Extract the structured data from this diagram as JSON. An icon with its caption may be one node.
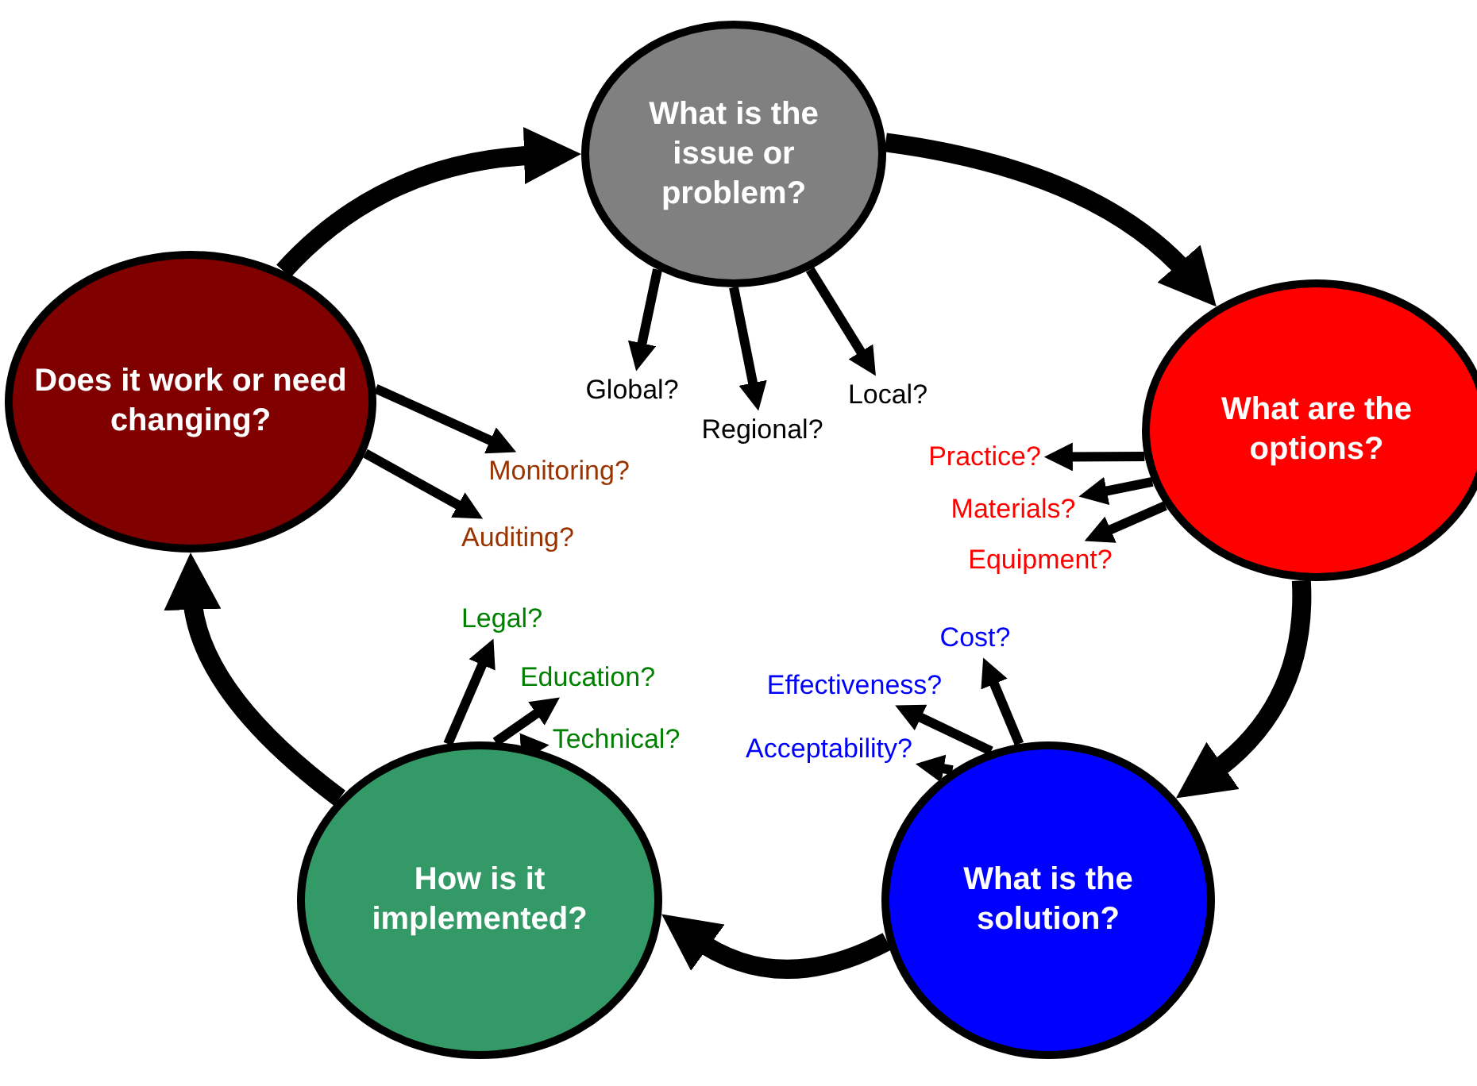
{
  "diagram": {
    "nodes": [
      {
        "text": [
          "What is the issue or problem?"
        ]
      },
      {
        "text": [
          "What are the options?"
        ]
      },
      {
        "text": [
          "What is the solution?"
        ]
      },
      {
        "text": [
          "How is it implemented?"
        ]
      },
      {
        "text": [
          "Does it work or need changing?"
        ]
      },
      {
        "text": [
          "Global?"
        ]
      },
      {
        "text": [
          "Regional?"
        ]
      },
      {
        "text": [
          "Local?"
        ]
      },
      {
        "text": [
          "Practice?"
        ]
      },
      {
        "text": [
          "Materials?"
        ]
      },
      {
        "text": [
          "Equipment?"
        ]
      },
      {
        "text": [
          "Cost?"
        ]
      },
      {
        "text": [
          "Effectiveness?"
        ]
      },
      {
        "text": [
          "Acceptability?"
        ]
      },
      {
        "text": [
          "Legal?"
        ]
      },
      {
        "text": [
          "Education?"
        ]
      },
      {
        "text": [
          "Technical?"
        ]
      },
      {
        "text": [
          "Monitoring?"
        ]
      },
      {
        "text": [
          "Auditing?"
        ]
      }
    ],
    "edges": [
      {
        "from": 0,
        "to": 1,
        "arrow": "to",
        "style": "thick"
      },
      {
        "from": 1,
        "to": 2,
        "arrow": "to",
        "style": "thick"
      },
      {
        "from": 2,
        "to": 3,
        "arrow": "to",
        "style": "thick"
      },
      {
        "from": 3,
        "to": 4,
        "arrow": "to",
        "style": "thick"
      },
      {
        "from": 4,
        "to": 0,
        "arrow": "to",
        "style": "thick"
      },
      {
        "from": 0,
        "to": 5,
        "arrow": "to"
      },
      {
        "from": 0,
        "to": 6,
        "arrow": "to"
      },
      {
        "from": 0,
        "to": 7,
        "arrow": "to"
      },
      {
        "from": 1,
        "to": 8,
        "arrow": "to"
      },
      {
        "from": 1,
        "to": 9,
        "arrow": "to"
      },
      {
        "from": 1,
        "to": 10,
        "arrow": "to"
      },
      {
        "from": 2,
        "to": 11,
        "arrow": "to"
      },
      {
        "from": 2,
        "to": 12,
        "arrow": "to"
      },
      {
        "from": 2,
        "to": 13,
        "arrow": "to"
      },
      {
        "from": 3,
        "to": 14,
        "arrow": "to"
      },
      {
        "from": 3,
        "to": 15,
        "arrow": "to"
      },
      {
        "from": 3,
        "to": 16,
        "arrow": "to"
      },
      {
        "from": 4,
        "to": 17,
        "arrow": "to"
      },
      {
        "from": 4,
        "to": 18,
        "arrow": "to"
      }
    ]
  }
}
